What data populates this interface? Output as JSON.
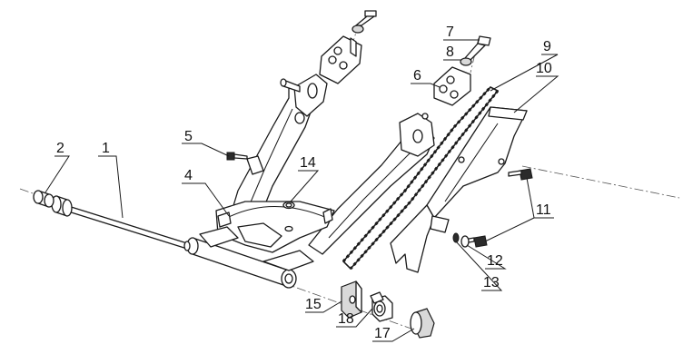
{
  "diagram": {
    "callouts": [
      {
        "id": "1",
        "label": "1"
      },
      {
        "id": "2",
        "label": "2"
      },
      {
        "id": "4",
        "label": "4"
      },
      {
        "id": "5",
        "label": "5"
      },
      {
        "id": "6",
        "label": "6"
      },
      {
        "id": "7",
        "label": "7"
      },
      {
        "id": "8",
        "label": "8"
      },
      {
        "id": "9",
        "label": "9"
      },
      {
        "id": "10",
        "label": "10"
      },
      {
        "id": "11",
        "label": "11"
      },
      {
        "id": "12",
        "label": "12"
      },
      {
        "id": "13",
        "label": "13"
      },
      {
        "id": "14",
        "label": "14"
      },
      {
        "id": "15",
        "label": "15"
      },
      {
        "id": "17",
        "label": "17"
      },
      {
        "id": "18",
        "label": "18"
      }
    ]
  }
}
